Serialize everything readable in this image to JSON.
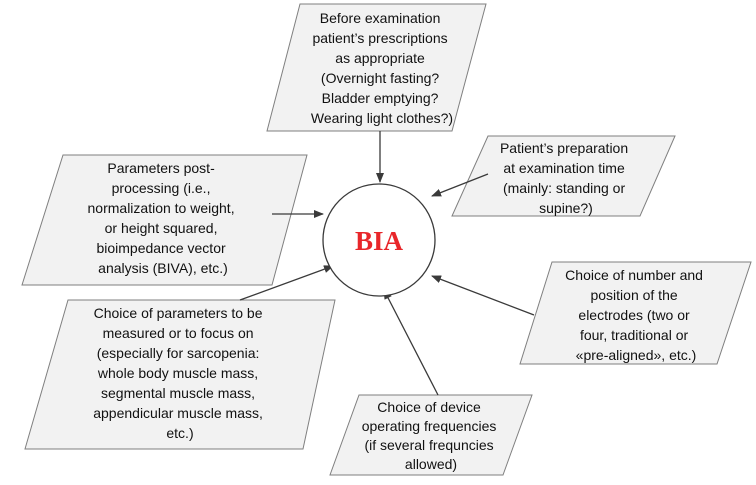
{
  "hub": {
    "label": "BIA",
    "color": "#e8262a"
  },
  "boxes": {
    "top": {
      "lines": [
        "Before examination",
        "patient’s prescriptions",
        "as appropriate",
        "(Overnight fasting?",
        "Bladder emptying?",
        "Wearing light clothes?)"
      ]
    },
    "top_right": {
      "lines": [
        "Patient’s preparation",
        "at examination time",
        "(mainly: standing or",
        "supine?)"
      ]
    },
    "left": {
      "lines": [
        "Parameters post-",
        "processing (i.e.,",
        "normalization to weight,",
        "or height squared,",
        "bioimpedance vector",
        "analysis (BIVA), etc.)"
      ]
    },
    "right": {
      "lines": [
        "Choice of number and",
        "position of the",
        "electrodes (two or",
        "four, traditional or",
        "«pre-aligned», etc.)"
      ]
    },
    "bottom_left": {
      "lines": [
        "Choice of parameters to be",
        "measured or to focus on",
        "(especially for sarcopenia:",
        "whole body muscle mass,",
        "segmental muscle mass,",
        "appendicular muscle mass,",
        "etc.)"
      ]
    },
    "bottom": {
      "lines": [
        "Choice of device",
        "operating frequencies",
        "(if several frequncies",
        "allowed)"
      ]
    }
  }
}
